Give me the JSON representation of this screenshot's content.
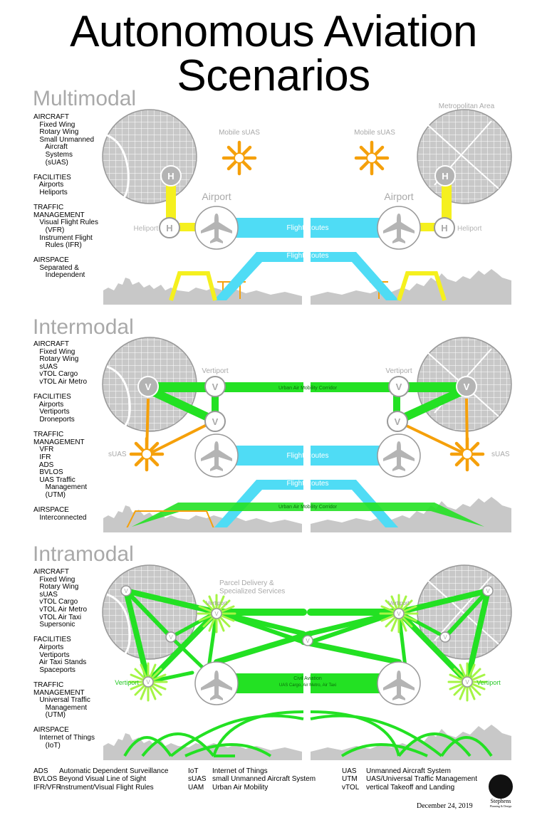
{
  "title": "Autonomous Aviation\nScenarios",
  "colors": {
    "grey": "#c8c8c8",
    "cyan": "#4fdcf5",
    "yellow": "#f5f01e",
    "orange": "#f5a00a",
    "green": "#23e123",
    "lightgreen": "#a5f545"
  },
  "multimodal": {
    "heading": "Multimodal",
    "sidebar": "AIRCRAFT\n   Fixed Wing\n   Rotary Wing\n   Small Unmanned\n      Aircraft\n      Systems\n      (sUAS)\n\nFACILITIES\n   Airports\n   Heliports\n\nTRAFFIC\nMANAGEMENT\n   Visual Flight Rules\n      (VFR)\n   Instrument Flight\n      Rules (IFR)\n\nAIRSPACE\n   Separated &\n      Independent",
    "labels": {
      "metro_area": "Metropolitan Area",
      "mobile_suas_left": "Mobile sUAS",
      "mobile_suas_right": "Mobile sUAS",
      "airport_left": "Airport",
      "airport_right": "Airport",
      "heliport_left": "Heliport",
      "heliport_right": "Heliport",
      "flight_routes_upper": "Flight Routes",
      "flight_routes_lower": "Flight Routes"
    }
  },
  "intermodal": {
    "heading": "Intermodal",
    "sidebar": "AIRCRAFT\n   Fixed Wing\n   Rotary Wing\n   sUAS\n   vTOL Cargo\n   vTOL Air Metro\n\nFACILITIES\n   Airports\n   Vertiports\n   Droneports\n\nTRAFFIC\nMANAGEMENT\n   VFR\n   IFR\n   ADS\n   BVLOS\n   UAS Traffic\n      Management\n      (UTM)\n\nAIRSPACE\n   Interconnected",
    "labels": {
      "vertiport_left": "Vertiport",
      "vertiport_right": "Vertiport",
      "uam_corridor": "Urban Air Mobility Corridor",
      "suas_left": "sUAS",
      "suas_right": "sUAS",
      "flight_routes_upper": "Flight Routes",
      "flight_routes_lower": "Flight Routes",
      "uam_corridor_lower": "Urban Air Mobility Corridor"
    }
  },
  "intramodal": {
    "heading": "Intramodal",
    "sidebar": "AIRCRAFT\n   Fixed Wing\n   Rotary Wing\n   sUAS\n   vTOL Cargo\n   vTOL Air Metro\n   vTOL Air Taxi\n   Supersonic\n\nFACILITIES\n   Airports\n   Vertiports\n   Air Taxi Stands\n   Spaceports\n\nTRAFFIC\nMANAGEMENT\n   Universal Traffic\n      Management\n      (UTM)\n\nAIRSPACE\n   Internet of Things\n      (IoT)",
    "labels": {
      "parcel": "Parcel Delivery &\nSpecialized Services",
      "vertiport_top_left": "Vertiport",
      "vertiport_top_right": "Vertiport",
      "vertiport_left": "Vertiport",
      "vertiport_right": "Vertiport",
      "civil_aviation": "Civil Aviation",
      "civil_aviation_sub": "UAS Cargo, Air Metro, Air Taxi"
    }
  },
  "glossary": {
    "col1": "ADS\nBVLOS\nIFR/VFR",
    "col2": "Automatic Dependent Surveillance\nBeyond Visual Line of Sight\nInstrument/Visual Flight Rules",
    "col3": "IoT\nsUAS\nUAM",
    "col4": "Internet of Things\nsmall Unmanned Aircraft System\nUrban Air Mobility",
    "col5": "UAS\nUTM\nvTOL",
    "col6": "Unmanned Aircraft System\nUAS/Universal Traffic Management\nvertical Takeoff and Landing"
  },
  "footer": {
    "date": "December 24, 2019",
    "logo_name": "Stephens",
    "logo_sub": "Planning & Design"
  }
}
